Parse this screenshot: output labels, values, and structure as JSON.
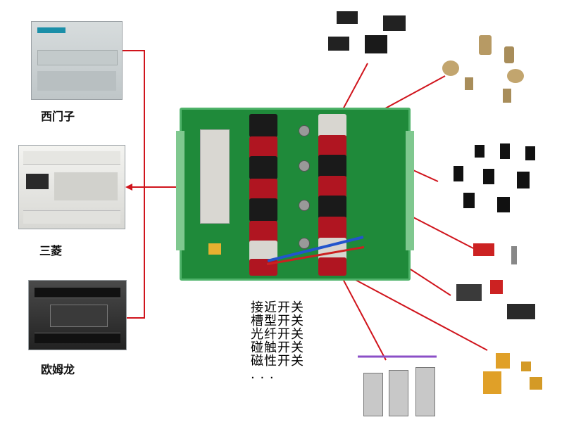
{
  "plc_labels": {
    "siemens": "西门子",
    "mitsubishi": "三菱",
    "omron": "欧姆龙"
  },
  "sensor_types": [
    "接近开关",
    "槽型开关",
    "光纤开关",
    "碰触开关",
    "磁性开关",
    ". . ."
  ],
  "colors": {
    "arrow": "#d0141c",
    "board": "#1f8a3a",
    "terminal_red": "#b01521",
    "limit_line": "#8b4fc7"
  }
}
